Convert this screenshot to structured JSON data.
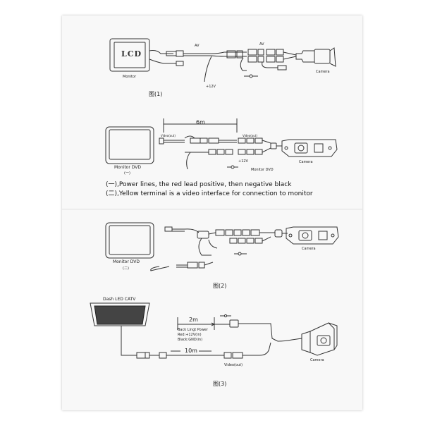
{
  "fig1": {
    "caption": "图(1)",
    "lcd_label": "LCD",
    "monitor_label": "Monitor",
    "av_left": "AV",
    "av_right": "AV",
    "power_label": "+12V",
    "camera_label": "Camera"
  },
  "fig2a": {
    "length_label": "6m",
    "video_in": "Video(out)",
    "video_out": "Video(out)",
    "monitor_label": "Monitor DVD",
    "monitor_sub": "(一)",
    "power_label": "+12V",
    "monitor_dvd_label": "Monitor DVD",
    "camera_label": "Camera",
    "note1": "(一),Power lines, the red lead positive, then negative black",
    "note2": "(二),Yellow terminal is a video interface for connection to monitor"
  },
  "fig2b": {
    "caption": "图(2)",
    "monitor_label": "Monitor DVD",
    "monitor_sub": "(二)",
    "camera_label": "Camera"
  },
  "fig3": {
    "caption": "图(3)",
    "dash_label": "Dash LED CATV",
    "length_2m": "2m",
    "length_10m": "10m",
    "back_light": "Back Lingt Power",
    "red_line": "Red:+12V(in)",
    "black_line": "Black:GND(in)",
    "video_out": "Video(out)",
    "camera_label": "Camera"
  }
}
